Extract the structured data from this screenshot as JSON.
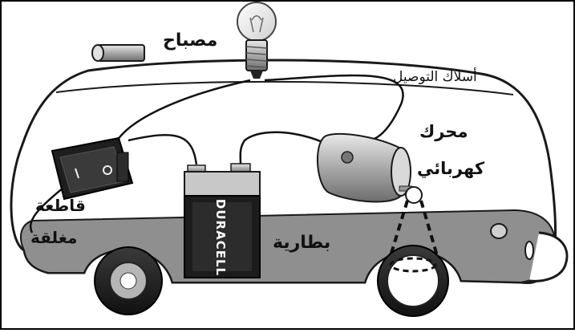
{
  "labels": {
    "lamp": "مصباح",
    "wires": "أسلاك التوصيل",
    "motor_line1": "محرك",
    "motor_line2": "كهربائي",
    "switch_line1": "قاطعة",
    "switch_line2": "مغلقة",
    "battery": "بطارية",
    "battery_brand": "DURACELL"
  },
  "colors": {
    "van_body": "#ffffff",
    "van_lower": "#8f8f8f",
    "outline": "#1a1a1a",
    "battery_body": "#1c1c1c",
    "battery_band": "#c8c8c8",
    "bulb_glass": "#f2f2f2",
    "motor_metal": "#bdbdbd"
  },
  "icons": {
    "lamp": "light-bulb-icon",
    "switch": "rocker-switch-icon",
    "motor": "dc-motor-icon",
    "battery": "battery-icon",
    "headlight": "headlight-icon"
  }
}
